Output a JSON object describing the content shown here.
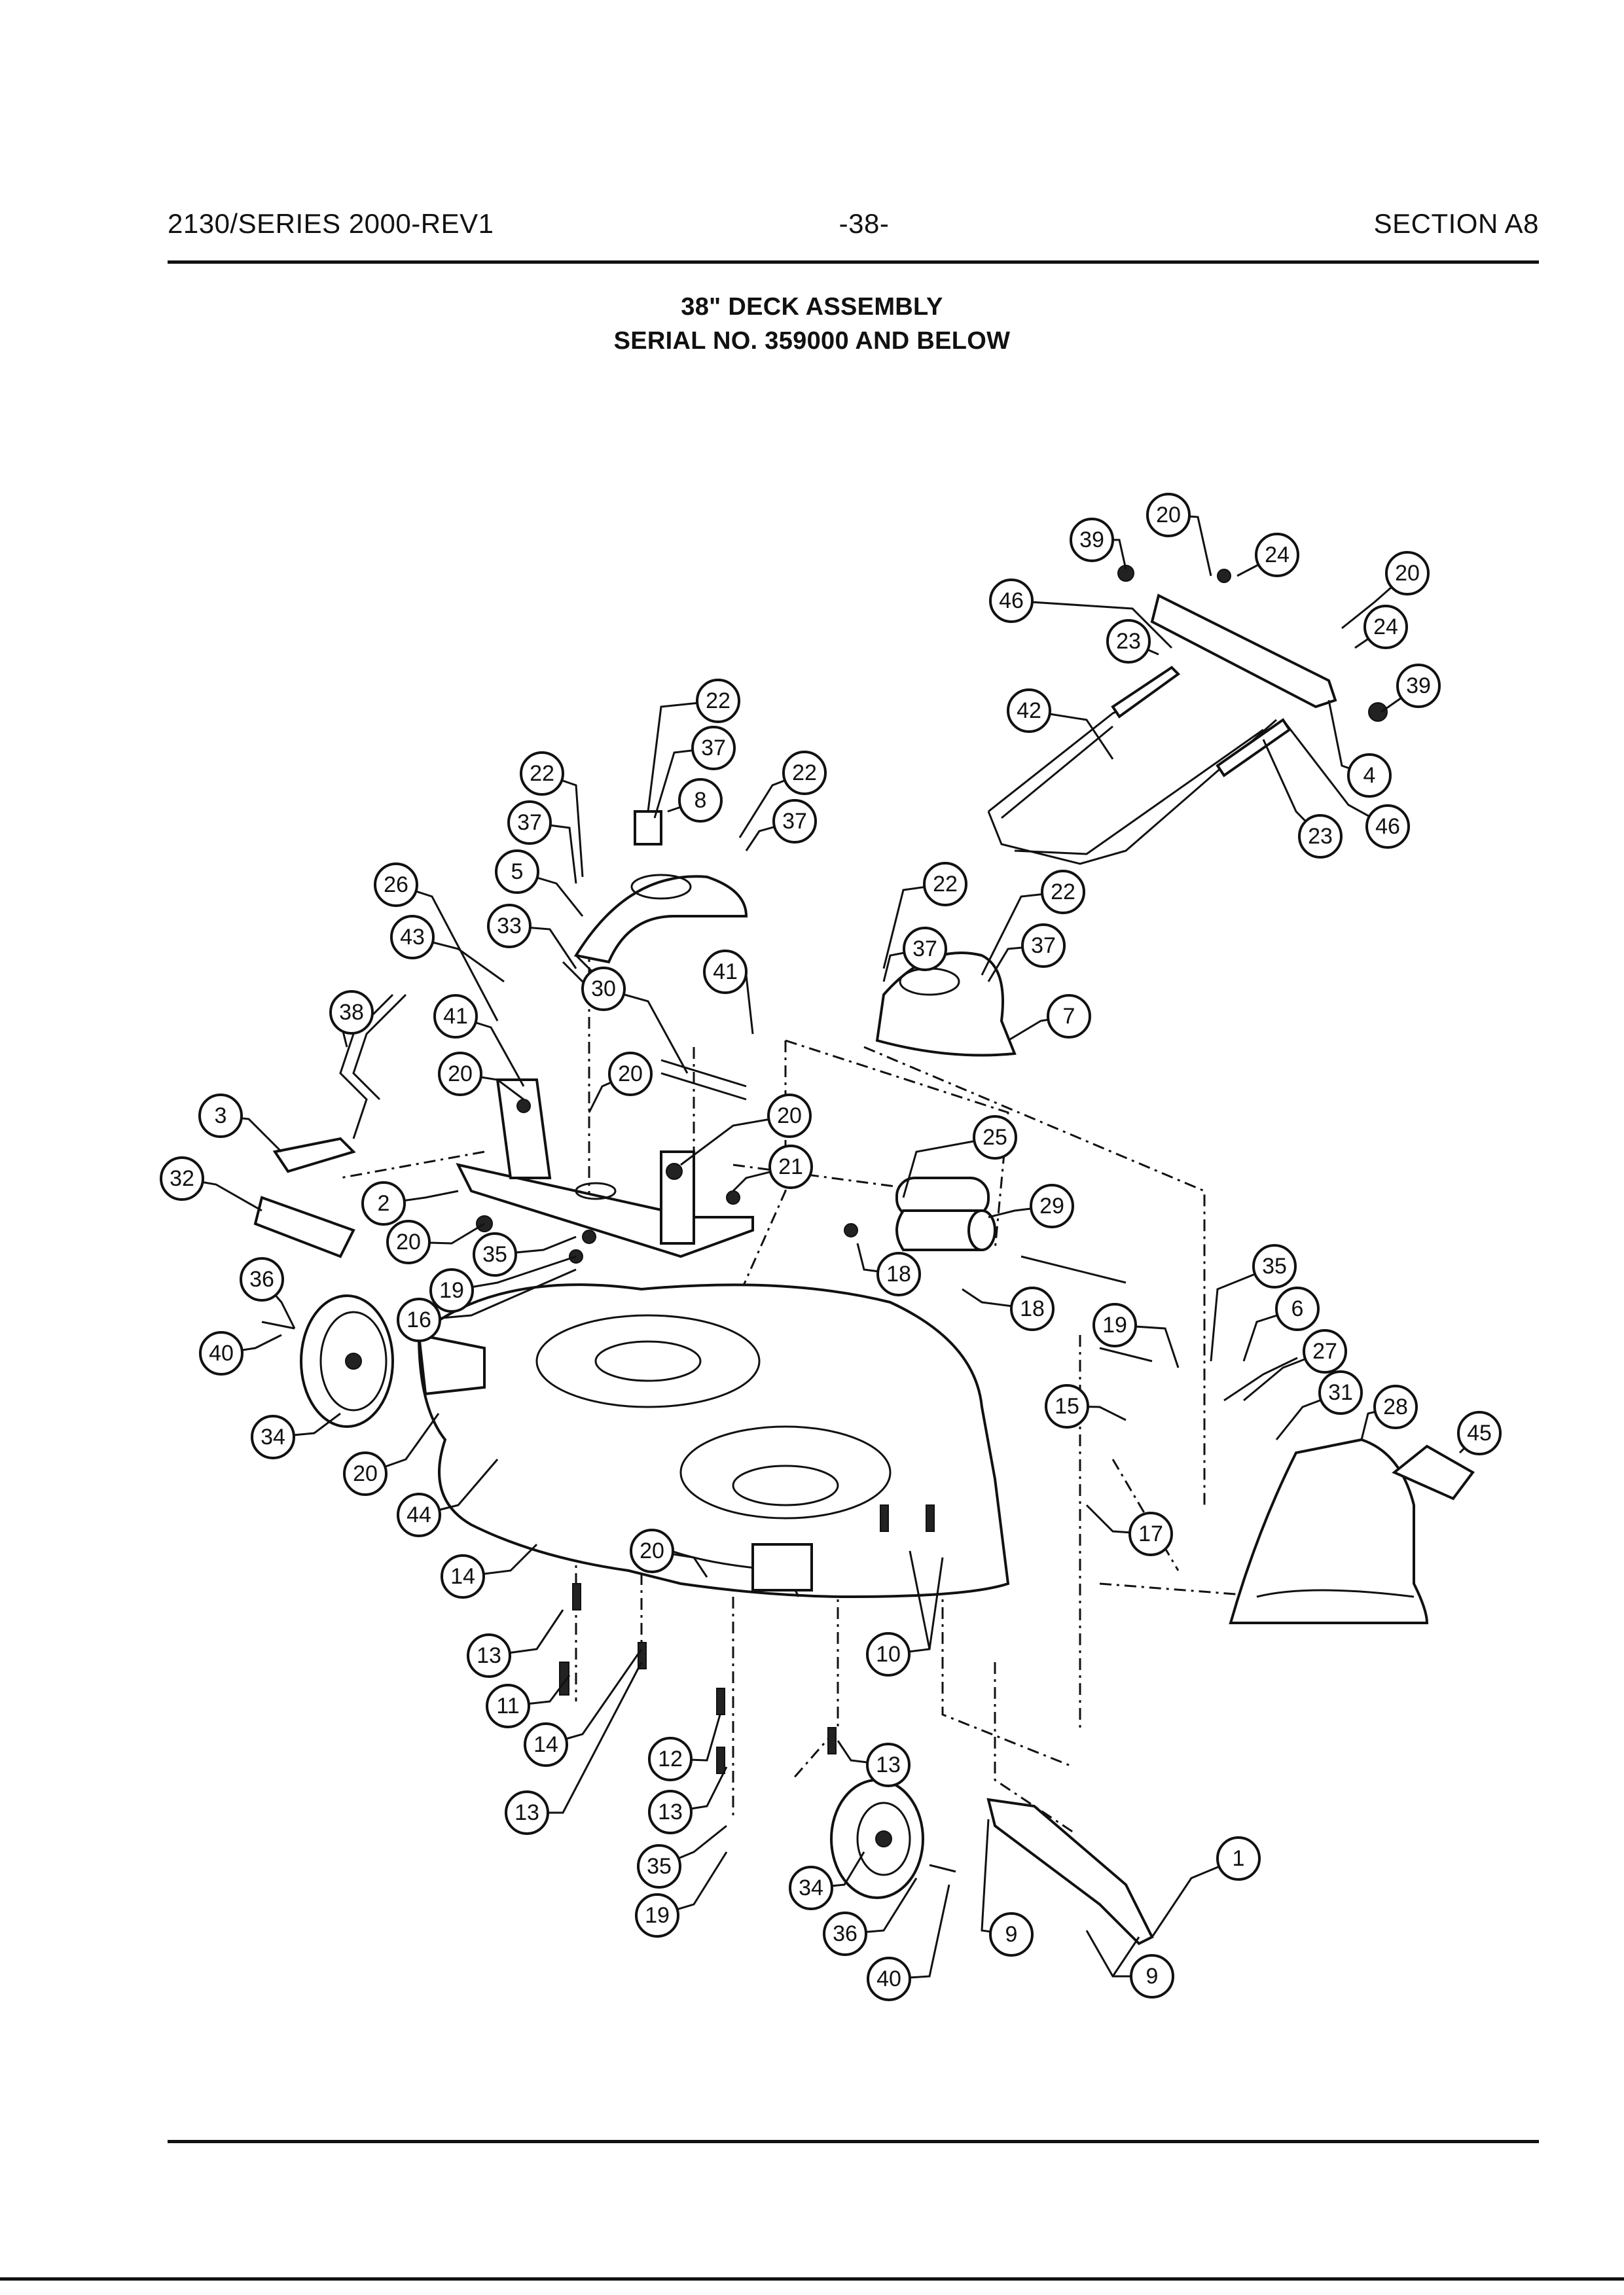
{
  "header": {
    "left": "2130/SERIES 2000-REV1",
    "center": "-38-",
    "right": "SECTION A8"
  },
  "title": {
    "line1": "38\" DECK ASSEMBLY",
    "line2": "SERIAL NO. 359000 AND BELOW"
  },
  "callouts": [
    {
      "label": "20"
    },
    {
      "label": "39"
    },
    {
      "label": "24"
    },
    {
      "label": "20"
    },
    {
      "label": "46"
    },
    {
      "label": "23"
    },
    {
      "label": "24"
    },
    {
      "label": "42"
    },
    {
      "label": "39"
    },
    {
      "label": "4"
    },
    {
      "label": "23"
    },
    {
      "label": "46"
    },
    {
      "label": "22"
    },
    {
      "label": "37"
    },
    {
      "label": "8"
    },
    {
      "label": "22"
    },
    {
      "label": "37"
    },
    {
      "label": "22"
    },
    {
      "label": "37"
    },
    {
      "label": "5"
    },
    {
      "label": "26"
    },
    {
      "label": "33"
    },
    {
      "label": "43"
    },
    {
      "label": "22"
    },
    {
      "label": "22"
    },
    {
      "label": "37"
    },
    {
      "label": "37"
    },
    {
      "label": "7"
    },
    {
      "label": "30"
    },
    {
      "label": "41"
    },
    {
      "label": "38"
    },
    {
      "label": "41"
    },
    {
      "label": "20"
    },
    {
      "label": "20"
    },
    {
      "label": "3"
    },
    {
      "label": "20"
    },
    {
      "label": "25"
    },
    {
      "label": "32"
    },
    {
      "label": "21"
    },
    {
      "label": "2"
    },
    {
      "label": "29"
    },
    {
      "label": "20"
    },
    {
      "label": "35"
    },
    {
      "label": "35"
    },
    {
      "label": "19"
    },
    {
      "label": "18"
    },
    {
      "label": "36"
    },
    {
      "label": "16"
    },
    {
      "label": "18"
    },
    {
      "label": "6"
    },
    {
      "label": "19"
    },
    {
      "label": "27"
    },
    {
      "label": "40"
    },
    {
      "label": "31"
    },
    {
      "label": "15"
    },
    {
      "label": "28"
    },
    {
      "label": "45"
    },
    {
      "label": "34"
    },
    {
      "label": "20"
    },
    {
      "label": "17"
    },
    {
      "label": "44"
    },
    {
      "label": "20"
    },
    {
      "label": "14"
    },
    {
      "label": "13"
    },
    {
      "label": "10"
    },
    {
      "label": "11"
    },
    {
      "label": "14"
    },
    {
      "label": "12"
    },
    {
      "label": "13"
    },
    {
      "label": "13"
    },
    {
      "label": "13"
    },
    {
      "label": "1"
    },
    {
      "label": "35"
    },
    {
      "label": "34"
    },
    {
      "label": "19"
    },
    {
      "label": "36"
    },
    {
      "label": "9"
    },
    {
      "label": "40"
    },
    {
      "label": "9"
    }
  ]
}
